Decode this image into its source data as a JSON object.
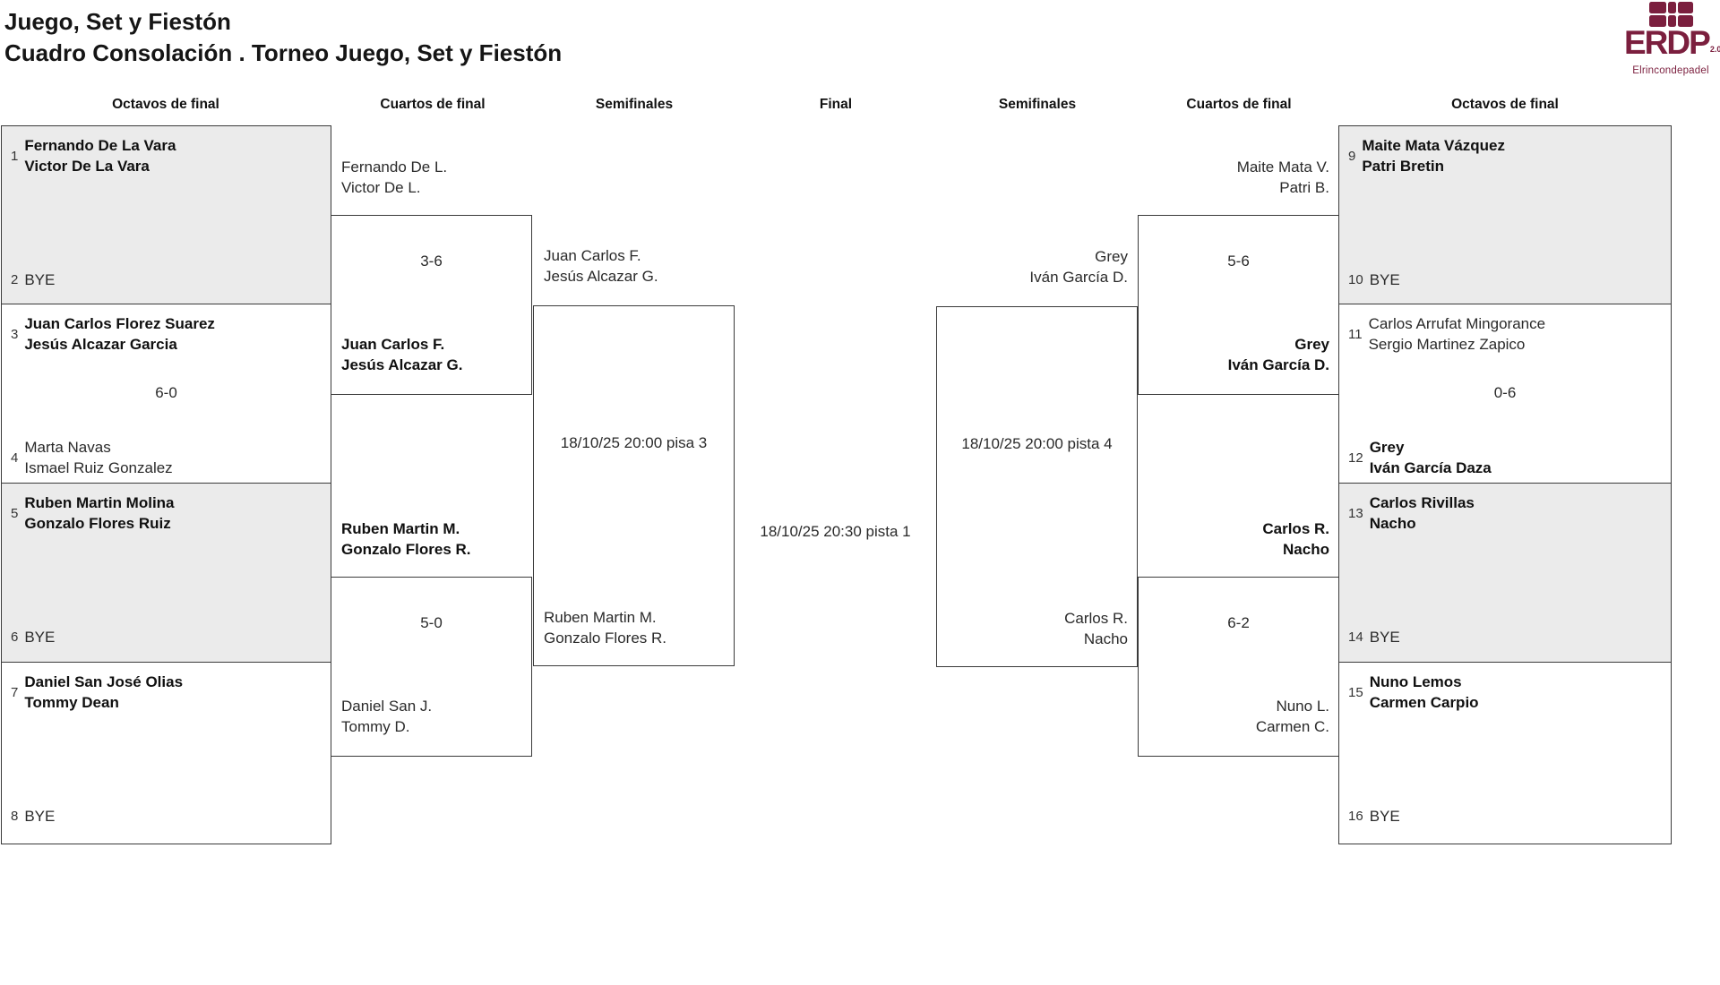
{
  "title": {
    "line1": "Juego, Set y Fiestón",
    "line2": "Cuadro Consolación . Torneo Juego, Set y Fiestón"
  },
  "logo": {
    "brand": "ERDP",
    "version": "2.0",
    "tagline": "Elrincondepadel",
    "color": "#7b1f3e"
  },
  "colors": {
    "box_alt_fill": "#ebebeb",
    "box_border": "#3a3a3a",
    "text": "#1a1a1a",
    "brand": "#7b1f3e"
  },
  "round_headers": [
    {
      "label": "Octavos de final"
    },
    {
      "label": "Cuartos de final"
    },
    {
      "label": "Semifinales"
    },
    {
      "label": "Final"
    },
    {
      "label": "Semifinales"
    },
    {
      "label": "Cuartos de final"
    },
    {
      "label": "Octavos de final"
    }
  ],
  "matches": {
    "octavos_left": [
      {
        "seed_a": "1",
        "team_a": [
          "Fernando De La Vara",
          "Victor De La Vara"
        ],
        "score": "",
        "seed_b": "2",
        "team_b": [
          "BYE",
          ""
        ]
      },
      {
        "seed_a": "3",
        "team_a": [
          "Juan Carlos Florez Suarez",
          "Jesús Alcazar Garcia"
        ],
        "score": "6-0",
        "seed_b": "4",
        "team_b": [
          "Marta Navas",
          "Ismael Ruiz Gonzalez"
        ]
      },
      {
        "seed_a": "5",
        "team_a": [
          "Ruben Martin Molina",
          "Gonzalo Flores Ruiz"
        ],
        "score": "",
        "seed_b": "6",
        "team_b": [
          "BYE",
          ""
        ]
      },
      {
        "seed_a": "7",
        "team_a": [
          "Daniel San José Olias",
          "Tommy Dean"
        ],
        "score": "",
        "seed_b": "8",
        "team_b": [
          "BYE",
          ""
        ]
      }
    ],
    "cuartos_left": [
      {
        "team_a": [
          "Fernando De L.",
          "Victor De L."
        ],
        "score": "3-6",
        "team_b": [
          "Juan Carlos F.",
          "Jesús Alcazar G."
        ]
      },
      {
        "team_a": [
          "Ruben Martin M.",
          "Gonzalo Flores R."
        ],
        "score": "5-0",
        "team_b": [
          "Daniel San J.",
          "Tommy D."
        ]
      }
    ],
    "semis_left": {
      "team_a": [
        "Juan Carlos F.",
        "Jesús Alcazar G."
      ],
      "schedule": "18/10/25 20:00 pisa 3",
      "team_b": [
        "Ruben Martin M.",
        "Gonzalo Flores R."
      ]
    },
    "final": {
      "schedule": "18/10/25 20:30 pista 1"
    },
    "semis_right": {
      "team_a": [
        "Grey",
        "Iván García D."
      ],
      "schedule": "18/10/25 20:00 pista 4",
      "team_b": [
        "Carlos R.",
        "Nacho"
      ]
    },
    "cuartos_right": [
      {
        "team_a": [
          "Maite Mata V.",
          "Patri B."
        ],
        "score": "5-6",
        "team_b": [
          "Grey",
          "Iván García D."
        ]
      },
      {
        "team_a": [
          "Carlos R.",
          "Nacho"
        ],
        "score": "6-2",
        "team_b": [
          "Nuno L.",
          "Carmen C."
        ]
      }
    ],
    "octavos_right": [
      {
        "seed_a": "9",
        "team_a": [
          "Maite Mata Vázquez",
          "Patri Bretin"
        ],
        "score": "",
        "seed_b": "10",
        "team_b": [
          "BYE",
          ""
        ]
      },
      {
        "seed_a": "11",
        "team_a": [
          "Carlos Arrufat Mingorance",
          "Sergio Martinez Zapico"
        ],
        "score": "0-6",
        "seed_b": "12",
        "team_b": [
          "Grey",
          "Iván García Daza"
        ]
      },
      {
        "seed_a": "13",
        "team_a": [
          "Carlos Rivillas",
          "Nacho"
        ],
        "score": "",
        "seed_b": "14",
        "team_b": [
          "BYE",
          ""
        ]
      },
      {
        "seed_a": "15",
        "team_a": [
          "Nuno Lemos",
          "Carmen Carpio"
        ],
        "score": "",
        "seed_b": "16",
        "team_b": [
          "BYE",
          ""
        ]
      }
    ]
  }
}
